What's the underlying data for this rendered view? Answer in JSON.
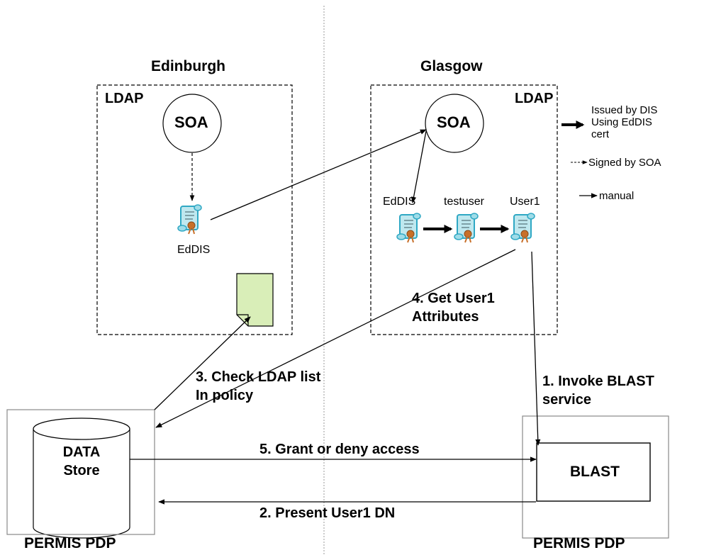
{
  "regions": {
    "edinburgh": {
      "title": "Edinburgh",
      "ldap_label": "LDAP",
      "soa_label": "SOA",
      "cert_label": "EdDIS"
    },
    "glasgow": {
      "title": "Glasgow",
      "ldap_label": "LDAP",
      "soa_label": "SOA",
      "cert_labels": [
        "EdDIS",
        "testuser",
        "User1"
      ]
    }
  },
  "steps": {
    "step1": [
      "1. Invoke BLAST",
      "service"
    ],
    "step2": "2. Present User1 DN",
    "step3": [
      "3. Check LDAP list",
      "In policy"
    ],
    "step4": [
      "4. Get User1",
      "Attributes"
    ],
    "step5": "5. Grant or deny access"
  },
  "components": {
    "data_store": [
      "DATA",
      "Store"
    ],
    "blast": "BLAST",
    "left_pdp": "PERMIS PDP",
    "right_pdp": "PERMIS PDP"
  },
  "legend": {
    "issued": [
      "Issued by DIS",
      "Using EdDIS",
      "cert"
    ],
    "signed": "Signed by SOA",
    "manual": "manual"
  },
  "colors": {
    "document_fill": "#d9eeb8",
    "scroll_body": "#bfe8ef",
    "scroll_accent": "#2fa8c4",
    "seal": "#c8702a",
    "divider": "#9a9a9a"
  }
}
